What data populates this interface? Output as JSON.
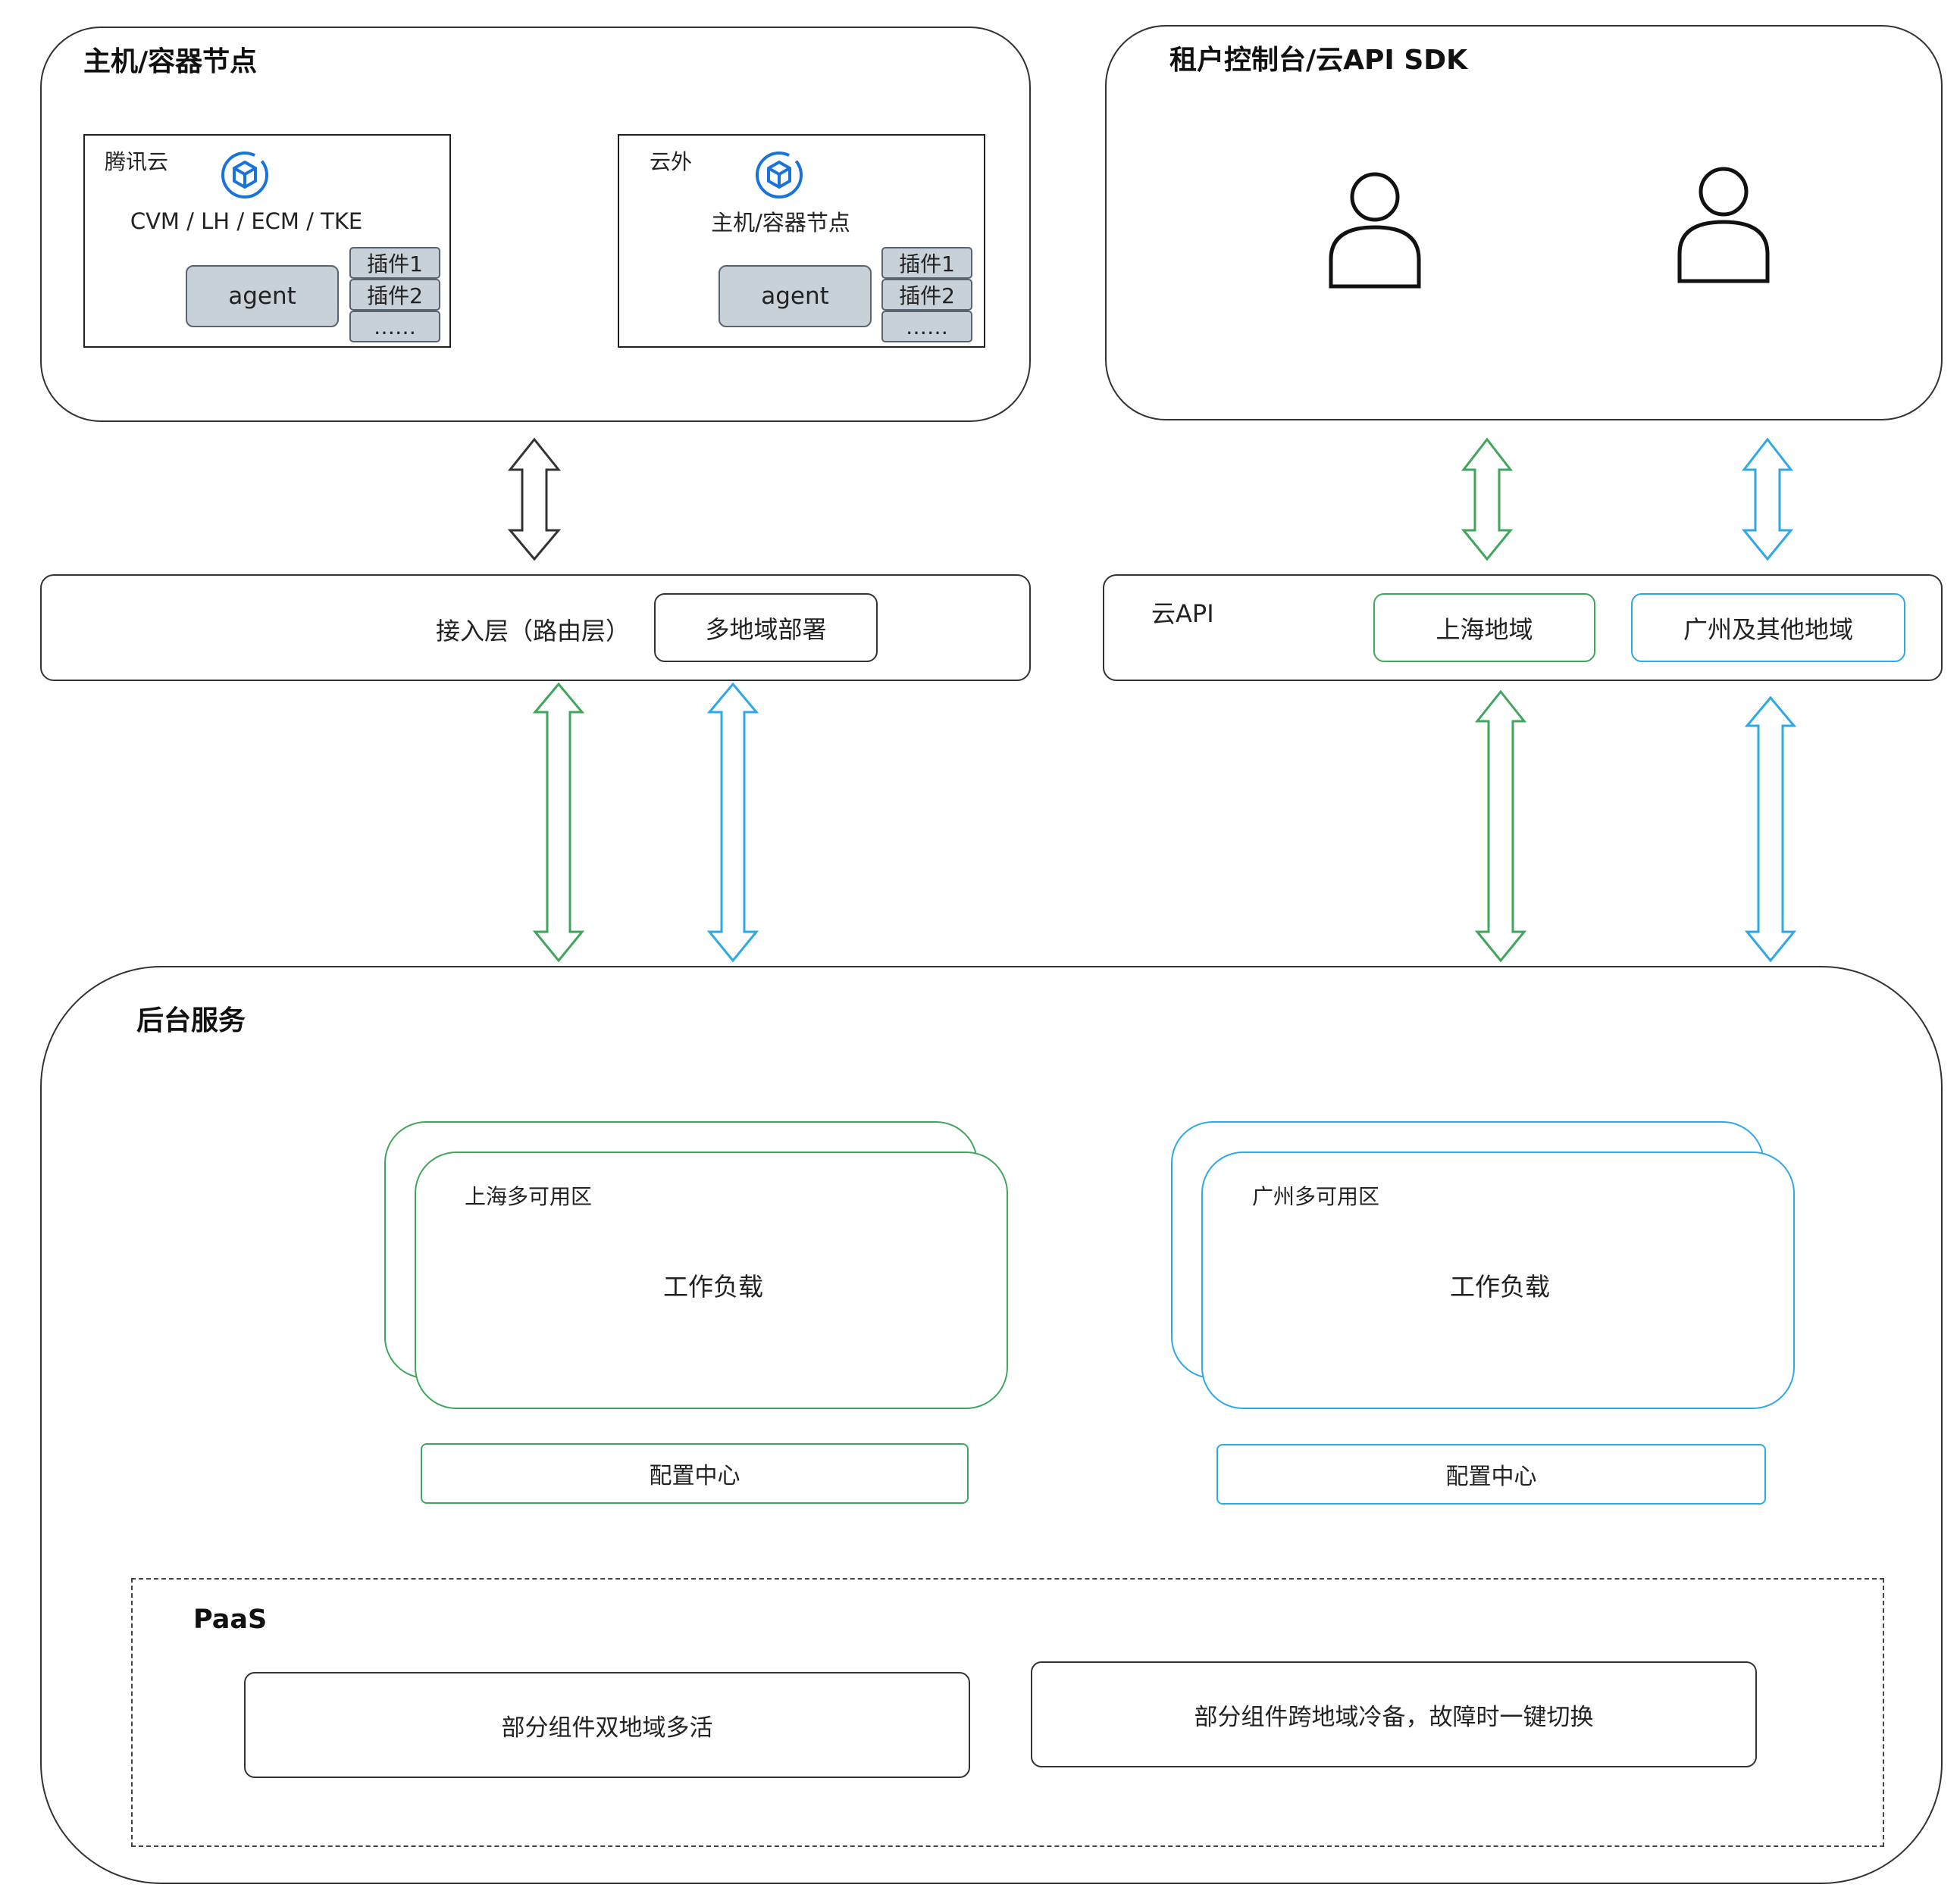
{
  "host_panel": {
    "title": "主机/容器节点",
    "tencent_box": {
      "label": "腾讯云",
      "subtitle": "CVM / LH / ECM / TKE",
      "agent": "agent",
      "plugins": [
        "插件1",
        "插件2",
        "……"
      ]
    },
    "offcloud_box": {
      "label": "云外",
      "subtitle": "主机/容器节点",
      "agent": "agent",
      "plugins": [
        "插件1",
        "插件2",
        "……"
      ]
    }
  },
  "tenant_panel": {
    "title": "租户控制台/云API SDK",
    "icons": [
      "user-icon",
      "user-icon"
    ]
  },
  "access_layer": {
    "label": "接入层（路由层）",
    "button": "多地域部署"
  },
  "cloud_api": {
    "label": "云API",
    "regions": [
      "上海地域",
      "广州及其他地域"
    ]
  },
  "backend": {
    "title": "后台服务",
    "zones": [
      {
        "label": "上海多可用区",
        "workload": "工作负载",
        "config": "配置中心"
      },
      {
        "label": "广州多可用区",
        "workload": "工作负载",
        "config": "配置中心"
      }
    ],
    "paas": {
      "title": "PaaS",
      "items": [
        "部分组件双地域多活",
        "部分组件跨地域冷备，故障时一键切换"
      ]
    }
  },
  "colors": {
    "green": "#3fa65c",
    "blue": "#2ea8e6",
    "black": "#333333",
    "icon_blue": "#1a73d9"
  }
}
